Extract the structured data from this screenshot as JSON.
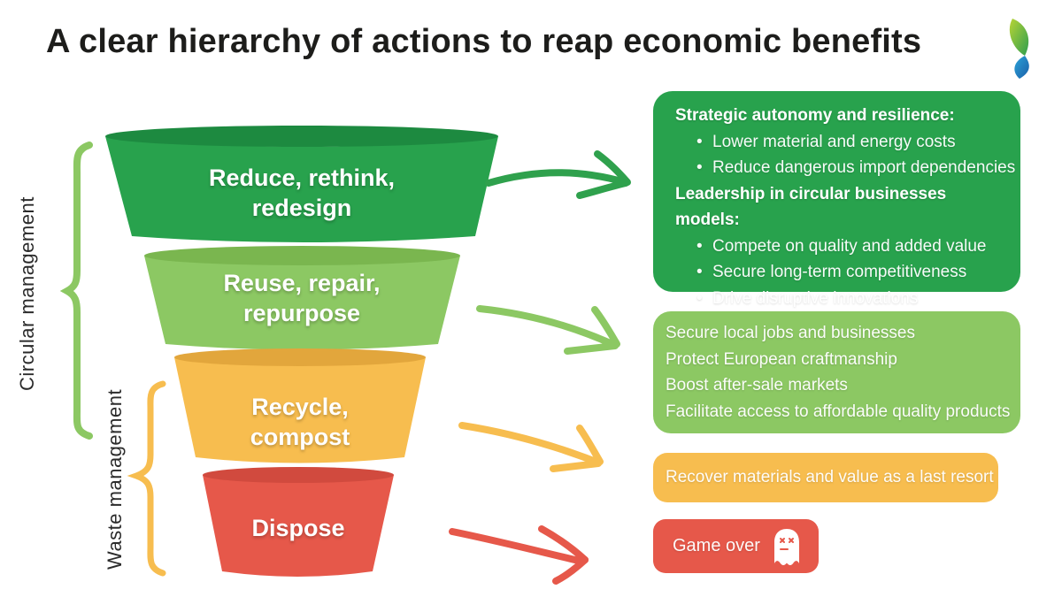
{
  "title": "A clear hierarchy of actions to reap economic benefits",
  "logo": {
    "name": "leaf-logo"
  },
  "side_labels": {
    "circular": "Circular management",
    "waste": "Waste management"
  },
  "funnel": {
    "tiers": [
      {
        "line1": "Reduce, rethink,",
        "line2": "redesign",
        "color": "#28a24d",
        "rim_color": "#1d8a40"
      },
      {
        "line1": "Reuse, repair,",
        "line2": "repurpose",
        "color": "#8cc863",
        "rim_color": "#7ab64f"
      },
      {
        "line1": "Recycle,",
        "line2": "compost",
        "color": "#f7bd4f",
        "rim_color": "#e2a63c"
      },
      {
        "line1": "Dispose",
        "line2": "",
        "color": "#e6584a",
        "rim_color": "#d14a3e"
      }
    ]
  },
  "boxes": {
    "strategic": {
      "heading1": "Strategic autonomy and resilience:",
      "bullets1": [
        "Lower material and energy costs",
        "Reduce dangerous import dependencies"
      ],
      "heading2": "Leadership in circular businesses models:",
      "bullets2": [
        "Compete on quality and added value",
        "Secure long-term competitiveness",
        "Drive disruptive innovations"
      ]
    },
    "local": {
      "lines": [
        "Secure local jobs and businesses",
        "Protect European craftmanship",
        "Boost after-sale markets",
        "Facilitate access to affordable quality products"
      ]
    },
    "recover": {
      "text": "Recover materials and value as a last resort"
    },
    "game_over": {
      "label": "Game over",
      "icon": "dead-ghost-icon"
    }
  },
  "colors": {
    "dark_green": "#28a24d",
    "light_green": "#8cc863",
    "yellow": "#f7bd4f",
    "red": "#e6584a",
    "title_text": "#1d1d1b",
    "logo_blue": "#1f6cb0"
  }
}
